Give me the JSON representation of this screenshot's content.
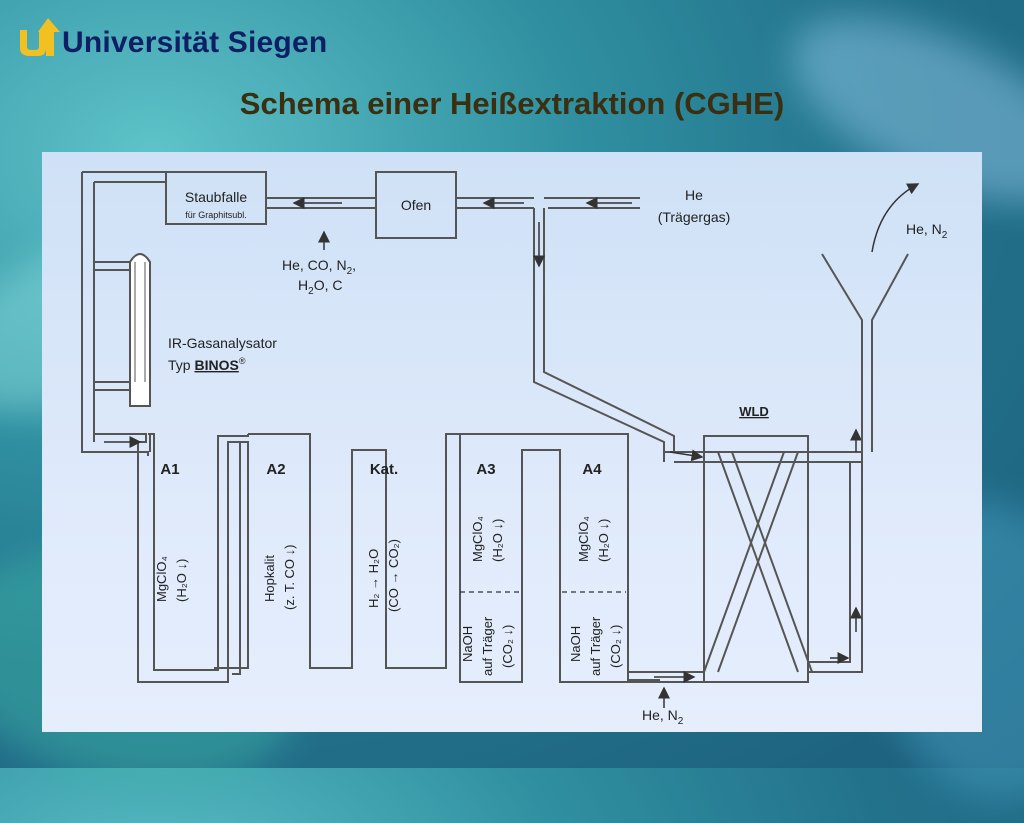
{
  "header": {
    "university": "Universität Siegen",
    "title": "Schema einer Heißextraktion (CGHE)"
  },
  "diagram": {
    "staubfalle": "Staubfalle",
    "staubfalle_sub": "für Graphitsubl.",
    "ofen": "Ofen",
    "he_in": "He",
    "he_in_sub": "(Trägergas)",
    "gases_line1": "He, CO, N",
    "gases_line1_sub": "2",
    "gases_line1_end": ",",
    "gases_line2_a": "H",
    "gases_line2_sub": "2",
    "gases_line2_b": "O, C",
    "ir_line1": "IR-Gasanalysator",
    "ir_line2": "Typ",
    "ir_brand": "BINOS",
    "ir_reg": "®",
    "he_out": "He, N",
    "he_out_sub": "2",
    "wld": "WLD",
    "he_in2": "He, N",
    "he_in2_sub": "2",
    "columns": [
      {
        "label": "A1",
        "line1": "MgClO₄",
        "line2": "(H₂O ↓)"
      },
      {
        "label": "A2",
        "line1": "Hopkalit",
        "line2": "(z. T. CO ↓)"
      },
      {
        "label": "Kat.",
        "line1": "H₂ → H₂O",
        "line2": "(CO → CO₂)"
      },
      {
        "label": "A3",
        "line1": "MgClO₄",
        "line2": "(H₂O ↓)",
        "lower1": "NaOH",
        "lower2": "auf Träger",
        "lower3": "(CO₂ ↓)"
      },
      {
        "label": "A4",
        "line1": "MgClO₄",
        "line2": "(H₂O ↓)",
        "lower1": "NaOH",
        "lower2": "auf Träger",
        "lower3": "(CO₂ ↓)"
      }
    ]
  }
}
